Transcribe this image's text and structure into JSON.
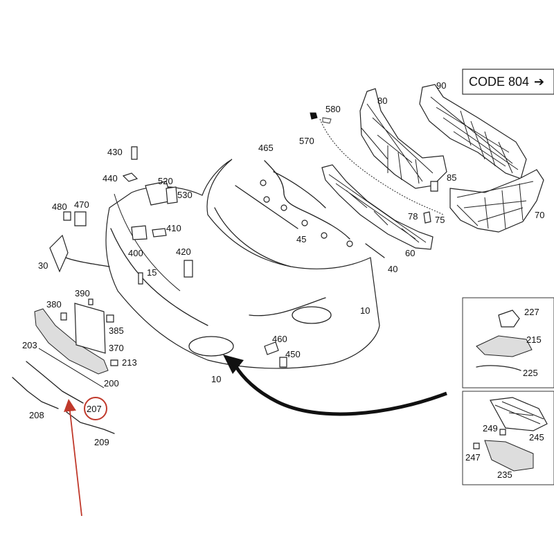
{
  "code_box": {
    "text": "CODE 804",
    "arrow": "➔"
  },
  "labels": {
    "p10a": "10",
    "p10b": "10",
    "p15": "15",
    "p30": "30",
    "p40": "40",
    "p45": "45",
    "p60": "60",
    "p70": "70",
    "p75": "75",
    "p78": "78",
    "p80": "80",
    "p85": "85",
    "p90": "90",
    "p200": "200",
    "p203": "203",
    "p207": "207",
    "p208": "208",
    "p209": "209",
    "p213": "213",
    "p215": "215",
    "p225": "225",
    "p227": "227",
    "p235": "235",
    "p245": "245",
    "p247": "247",
    "p249": "249",
    "p370": "370",
    "p380": "380",
    "p385": "385",
    "p390": "390",
    "p400": "400",
    "p410": "410",
    "p420": "420",
    "p430": "430",
    "p440": "440",
    "p450": "450",
    "p460": "460",
    "p465": "465",
    "p470": "470",
    "p480": "480",
    "p520": "520",
    "p530": "530",
    "p570": "570",
    "p580": "580"
  },
  "highlight": {
    "part": "207",
    "color": "#c0392b"
  },
  "colors": {
    "line": "#222222",
    "pointer_arrow": "#c0392b",
    "big_arrow": "#111111"
  }
}
